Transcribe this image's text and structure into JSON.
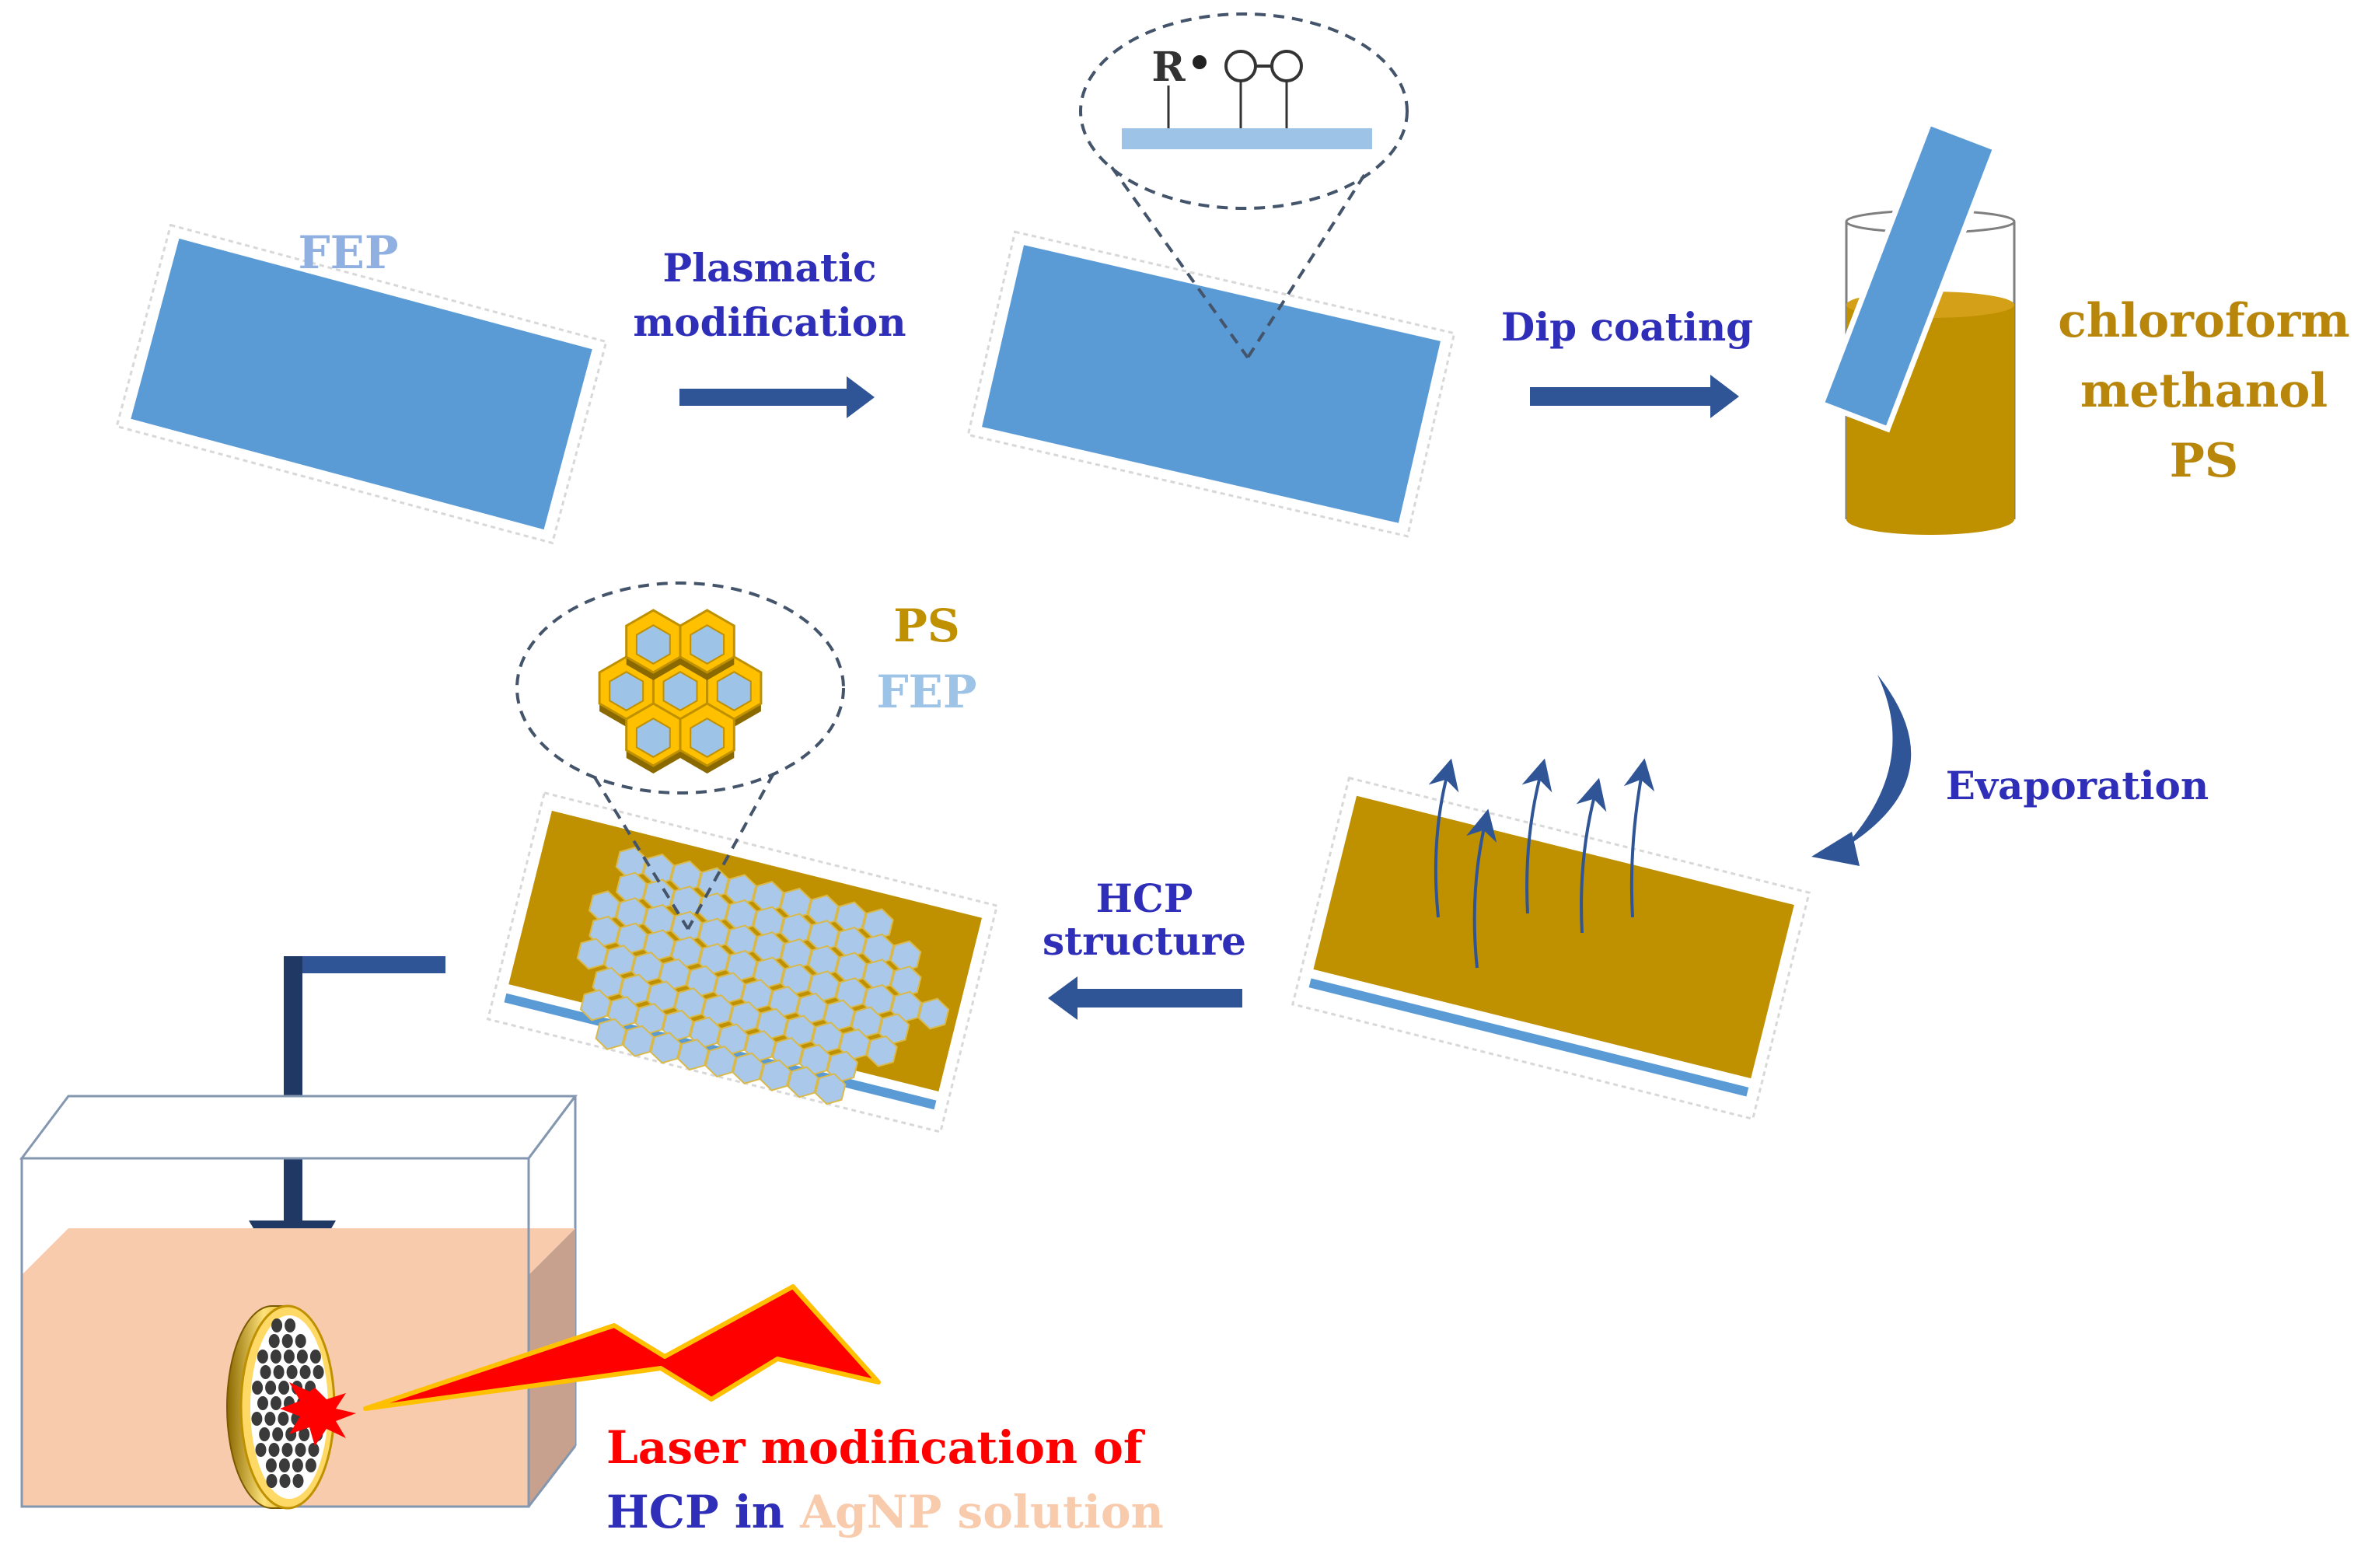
{
  "labels": {
    "fep_top": "FEP",
    "plasmatic_1": "Plasmatic",
    "plasmatic_2": "modification",
    "radical_r": "R",
    "dip_coating": "Dip coating",
    "solution_1": "chloroform",
    "solution_2": "methanol",
    "solution_3": "PS",
    "evaporation": "Evaporation",
    "hcp_1": "HCP",
    "hcp_2": "structure",
    "ps_legend": "PS",
    "fep_legend": "FEP",
    "laser_1": "Laser modification of",
    "laser_2a": "HCP in ",
    "laser_2b": "AgNP solution"
  },
  "colors": {
    "fep_blue": "#5b9bd5",
    "fep_light": "#9dc3e6",
    "label_blue": "#2e2eb8",
    "arrow_navy": "#2f5597",
    "ps_gold": "#bf9000",
    "ps_text": "#b8860b",
    "solution_peach": "#f8cbad",
    "laser_red": "#ff0000",
    "laser_edge": "#ffc000",
    "hex_light": "#a9c8ea"
  }
}
